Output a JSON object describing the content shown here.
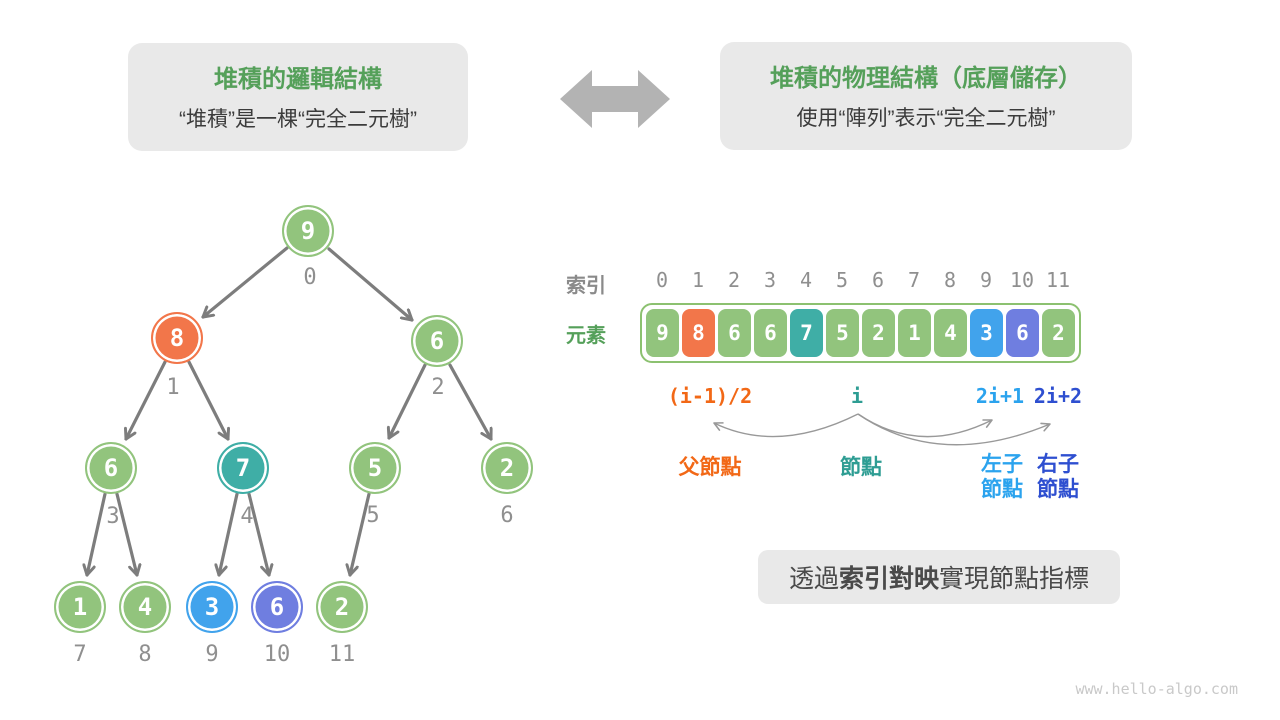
{
  "palette": {
    "node_green": "#92C47D",
    "node_orange": "#F2764A",
    "node_teal": "#3FAEA6",
    "node_blue": "#41A3EC",
    "node_indigo": "#6F7EE0",
    "title_green": "#55A05A",
    "formula_orange": "#F26816",
    "formula_teal": "#2E9D93",
    "formula_blue": "#2BA3EE",
    "formula_royal_blue": "#2E4FD0",
    "box_gray": "#E9E9E9",
    "arrow_gray": "#7D7D7D",
    "label_gray": "#8F8F8F"
  },
  "header": {
    "left_box": {
      "title": "堆積的邏輯結構",
      "subtitle": "“堆積”是一棵“完全二元樹”"
    },
    "right_box": {
      "title": "堆積的物理結構（底層儲存）",
      "subtitle": "使用“陣列”表示“完全二元樹”"
    }
  },
  "tree": {
    "nodes": [
      {
        "value": 9,
        "index": 0,
        "color": "green"
      },
      {
        "value": 8,
        "index": 1,
        "color": "orange"
      },
      {
        "value": 6,
        "index": 2,
        "color": "green"
      },
      {
        "value": 6,
        "index": 3,
        "color": "green"
      },
      {
        "value": 7,
        "index": 4,
        "color": "teal"
      },
      {
        "value": 5,
        "index": 5,
        "color": "green"
      },
      {
        "value": 2,
        "index": 6,
        "color": "green"
      },
      {
        "value": 1,
        "index": 7,
        "color": "green"
      },
      {
        "value": 4,
        "index": 8,
        "color": "green"
      },
      {
        "value": 3,
        "index": 9,
        "color": "blue"
      },
      {
        "value": 6,
        "index": 10,
        "color": "indigo"
      },
      {
        "value": 2,
        "index": 11,
        "color": "green"
      }
    ]
  },
  "array": {
    "index_label": "索引",
    "element_label": "元素",
    "indices": [
      0,
      1,
      2,
      3,
      4,
      5,
      6,
      7,
      8,
      9,
      10,
      11
    ],
    "elements": [
      9,
      8,
      6,
      6,
      7,
      5,
      2,
      1,
      4,
      3,
      6,
      2
    ]
  },
  "formulas": {
    "parent": "(i-1)/2",
    "node": "i",
    "left_child": "2i+1",
    "right_child": "2i+2"
  },
  "relations": {
    "parent": "父節點",
    "node": "節點",
    "left_child": [
      "左子",
      "節點"
    ],
    "right_child": [
      "右子",
      "節點"
    ]
  },
  "caption": {
    "prefix": "透過",
    "bold": "索引對映",
    "suffix": "實現節點指標"
  },
  "watermark": "www.hello-algo.com"
}
